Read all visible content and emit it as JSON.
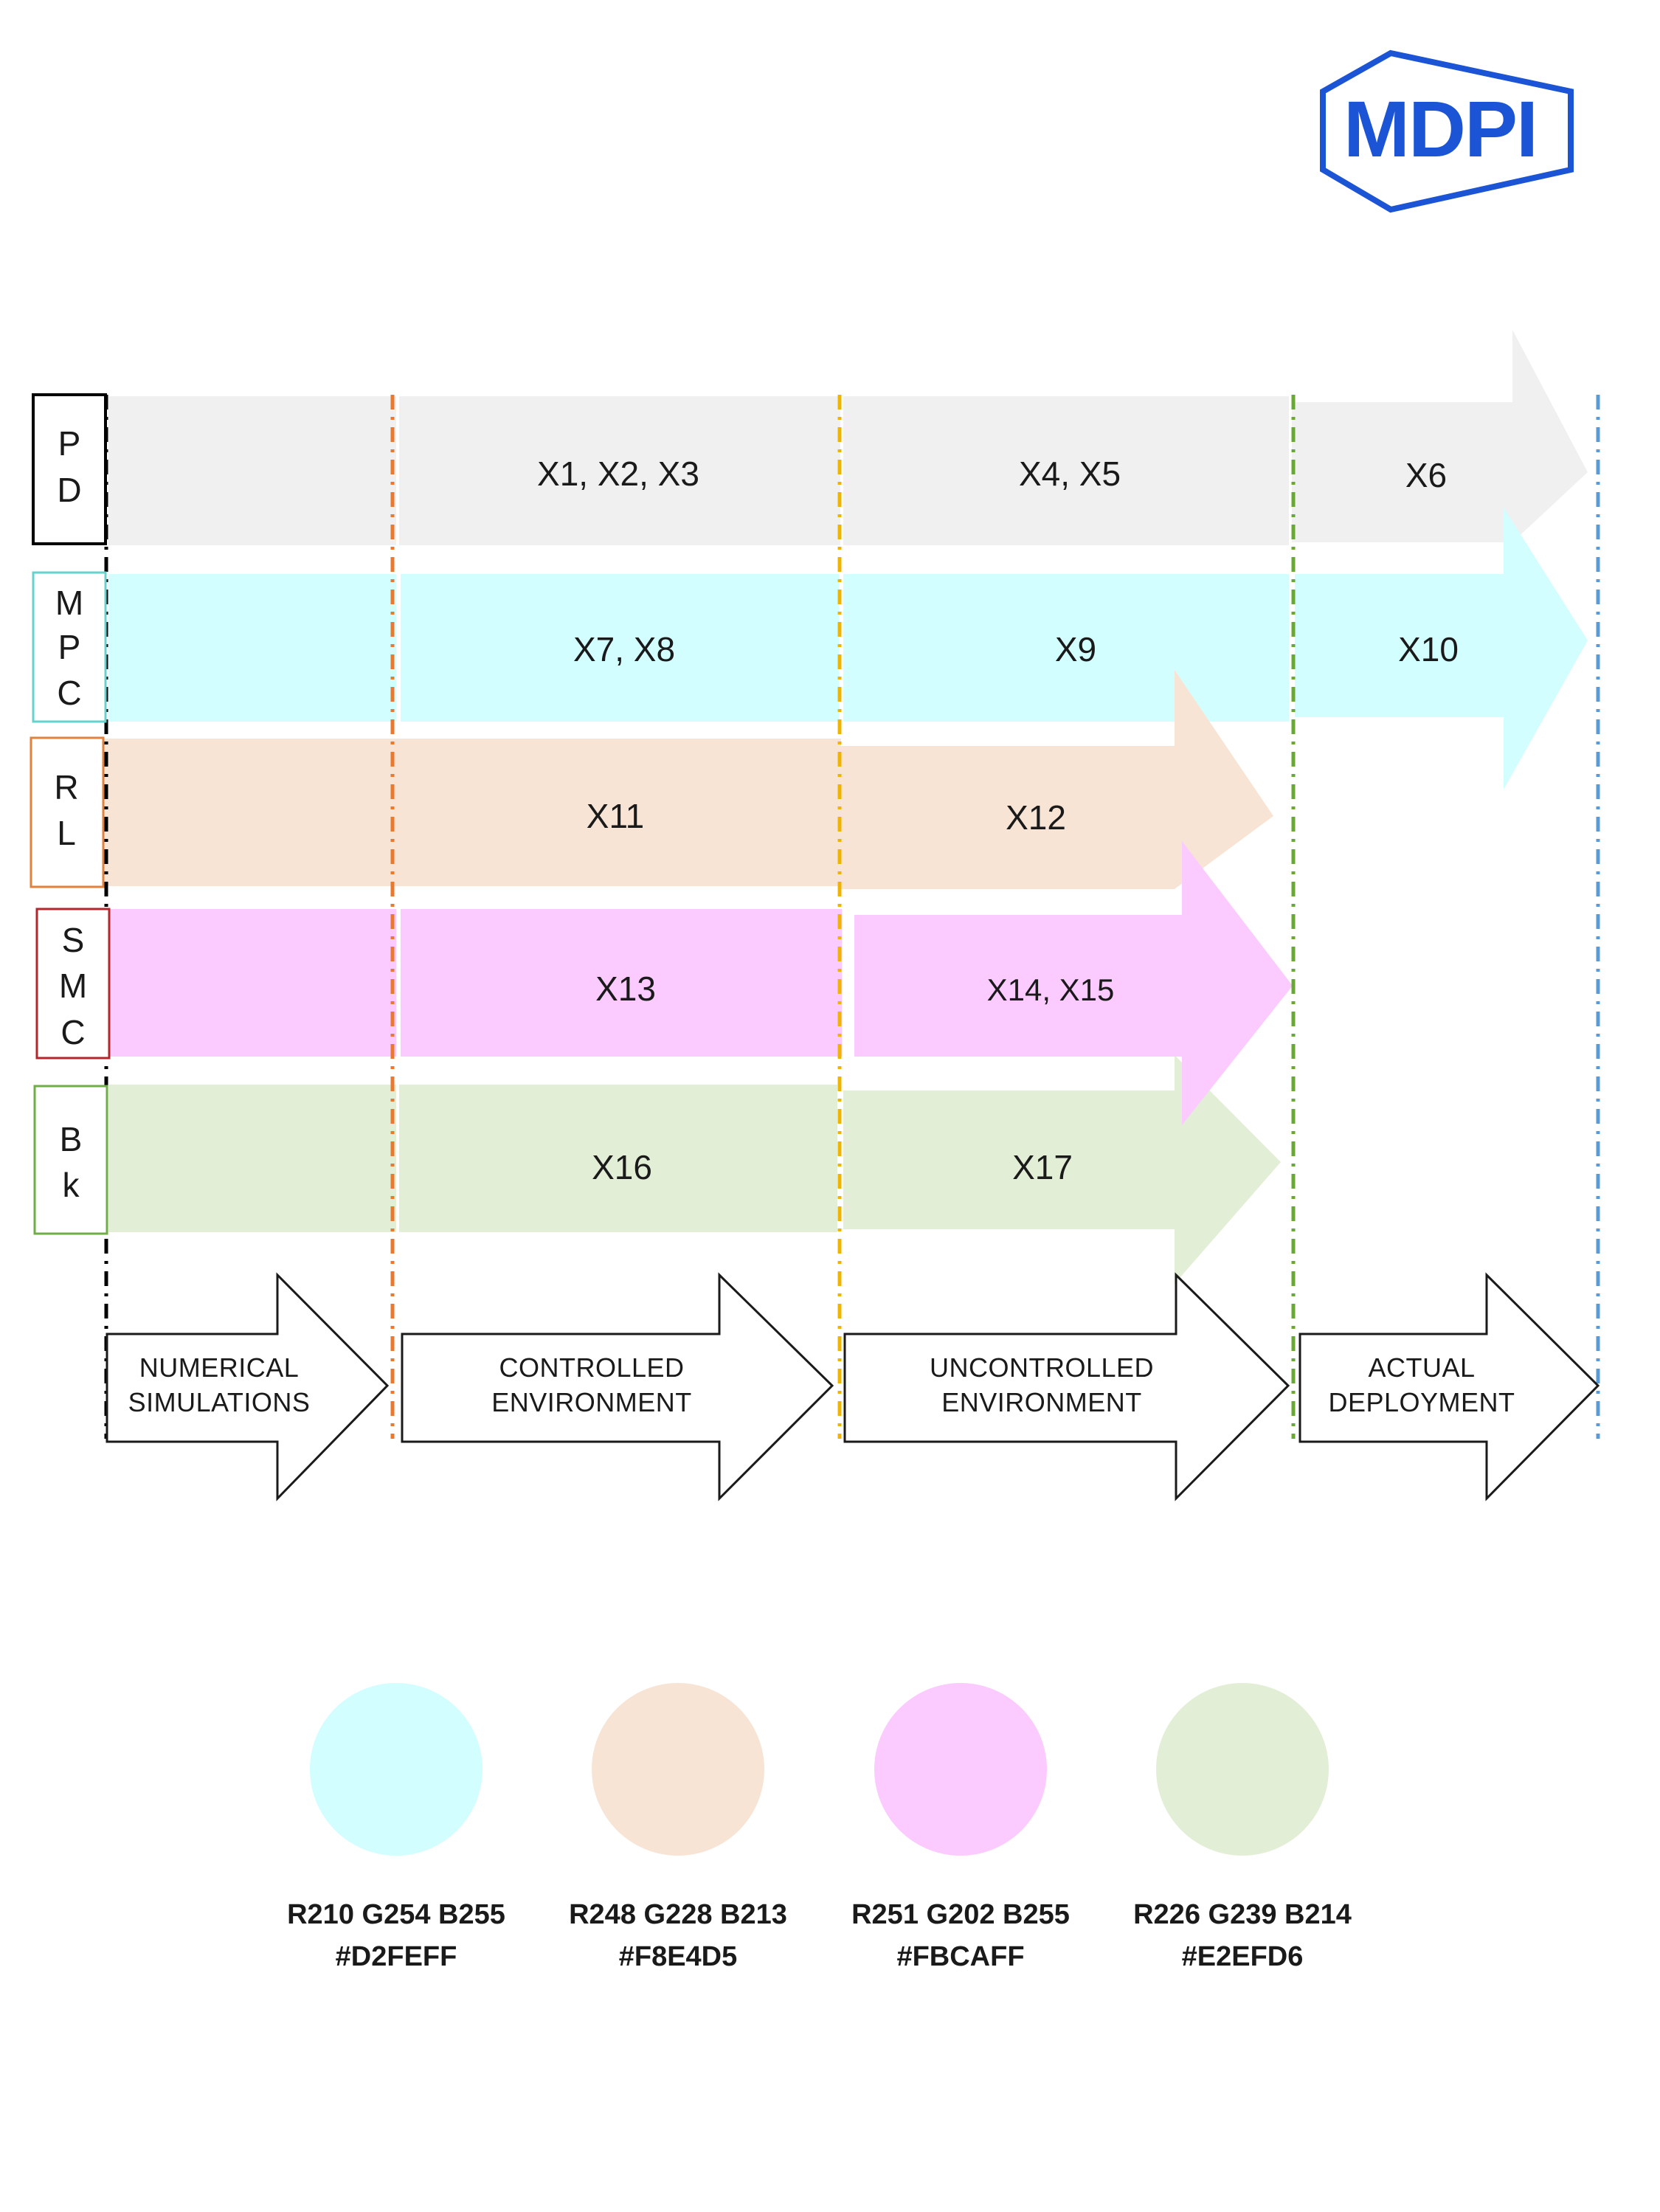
{
  "logo": {
    "text": "MDPI",
    "color": "#1b54d4"
  },
  "rows": [
    {
      "key": "pd",
      "label_chars": [
        "P",
        "D"
      ],
      "color": "#f0f0f0",
      "border": "#000000",
      "cells": [
        "X1, X2, X3",
        "X4, X5",
        "X6"
      ]
    },
    {
      "key": "mpc",
      "label_chars": [
        "M",
        "P",
        "C"
      ],
      "color": "#d2feff",
      "border": "#66d2cc",
      "cells": [
        "X7, X8",
        "X9",
        "X10"
      ]
    },
    {
      "key": "rl",
      "label_chars": [
        "R",
        "L"
      ],
      "color": "#f8e4d5",
      "border": "#e0823d",
      "cells": [
        "X11",
        "X12"
      ]
    },
    {
      "key": "smc",
      "label_chars": [
        "S",
        "M",
        "C"
      ],
      "color": "#fbcaff",
      "border": "#b3262c",
      "cells": [
        "X13",
        "X14, X15"
      ]
    },
    {
      "key": "bk",
      "label_chars": [
        "B",
        "k"
      ],
      "color": "#e2efd6",
      "border": "#6fae47",
      "cells": [
        "X16",
        "X17"
      ]
    }
  ],
  "stages": [
    {
      "line1": "NUMERICAL",
      "line2": "SIMULATIONS"
    },
    {
      "line1": "CONTROLLED",
      "line2": "ENVIRONMENT"
    },
    {
      "line1": "UNCONTROLLED",
      "line2": "ENVIRONMENT"
    },
    {
      "line1": "ACTUAL",
      "line2": "DEPLOYMENT"
    }
  ],
  "divider_colors": [
    "#000000",
    "#e8792f",
    "#f0b400",
    "#6aa836",
    "#5b9bd5"
  ],
  "swatches": [
    {
      "rgb": "R210 G254 B255",
      "hex": "#D2FEFF",
      "color": "#d2feff"
    },
    {
      "rgb": "R248 G228 B213",
      "hex": "#F8E4D5",
      "color": "#f8e4d5"
    },
    {
      "rgb": "R251 G202 B255",
      "hex": "#FBCAFF",
      "color": "#fbcaff"
    },
    {
      "rgb": "R226 G239 B214",
      "hex": "#E2EFD6",
      "color": "#e2efd6"
    }
  ]
}
